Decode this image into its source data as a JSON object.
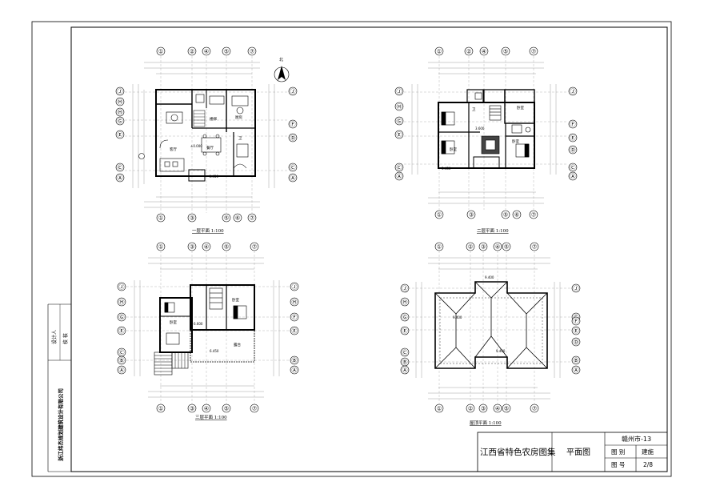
{
  "company": "浙江纬杰规划建筑设计有限公司",
  "left_strip": {
    "designer_label": "设计人",
    "checker_label": "校 核"
  },
  "title_block": {
    "collection_title": "江西省特色农房图集",
    "drawing_name": "平面图",
    "code": "赣州市-13",
    "category_label": "图 别",
    "category_value": "建施",
    "number_label": "图 号",
    "number_value": "2/8"
  },
  "plans": [
    {
      "title": "一层平面 1:100",
      "top_axes": [
        "①",
        "②",
        "④",
        "⑤",
        "⑦"
      ],
      "bottom_axes": [
        "①",
        "③",
        "⑤",
        "⑥",
        "⑦"
      ],
      "left_axes": [
        "Ⓙ",
        "Ⓗ",
        "Ⓗ",
        "Ⓖ",
        "Ⓔ",
        "Ⓒ",
        "Ⓐ"
      ],
      "right_axes": [
        "Ⓙ",
        "Ⓕ",
        "Ⓓ",
        "Ⓒ",
        "Ⓐ"
      ],
      "rooms": [
        "客厅",
        "餐厅",
        "厨房",
        "卫",
        "楼梯"
      ],
      "levels": [
        "±0.000",
        "-0.450"
      ],
      "north_label": "北"
    },
    {
      "title": "二层平面 1:100",
      "top_axes": [
        "①",
        "②",
        "④",
        "⑤",
        "⑦"
      ],
      "bottom_axes": [
        "①",
        "③",
        "⑤",
        "⑥",
        "⑦"
      ],
      "left_axes": [
        "Ⓙ",
        "Ⓗ",
        "Ⓖ",
        "Ⓔ",
        "Ⓒ",
        "Ⓐ"
      ],
      "right_axes": [
        "Ⓙ",
        "Ⓕ",
        "Ⓔ",
        "Ⓓ",
        "Ⓒ",
        "Ⓐ"
      ],
      "rooms": [
        "卧室",
        "卧室",
        "卧室",
        "卫"
      ],
      "levels": [
        "3.600",
        "3.450"
      ]
    },
    {
      "title": "三层平面 1:100",
      "top_axes": [
        "①",
        "③",
        "④",
        "⑤",
        "⑦"
      ],
      "bottom_axes": [
        "①",
        "③",
        "④",
        "⑤",
        "⑦"
      ],
      "left_axes": [
        "Ⓙ",
        "Ⓗ",
        "Ⓖ",
        "Ⓔ",
        "Ⓒ",
        "Ⓑ",
        "Ⓐ"
      ],
      "right_axes": [
        "Ⓙ",
        "Ⓗ",
        "Ⓕ",
        "Ⓔ",
        "Ⓑ",
        "Ⓐ"
      ],
      "rooms": [
        "卧室",
        "卧室",
        "露台"
      ],
      "levels": [
        "6.600",
        "6.450"
      ]
    },
    {
      "title": "屋顶平面 1:100",
      "top_axes": [
        "①",
        "②",
        "③",
        "④",
        "⑤",
        "⑦"
      ],
      "bottom_axes": [
        "①",
        "②",
        "③",
        "④",
        "⑤",
        "⑦"
      ],
      "left_axes": [
        "Ⓙ",
        "Ⓗ",
        "Ⓖ",
        "Ⓔ",
        "Ⓒ",
        "Ⓑ",
        "Ⓐ"
      ],
      "right_axes": [
        "Ⓙ",
        "Ⓖ",
        "Ⓕ",
        "Ⓔ",
        "Ⓓ",
        "Ⓑ",
        "Ⓐ"
      ],
      "levels": [
        "9.400",
        "9.400",
        "9.400"
      ]
    }
  ]
}
